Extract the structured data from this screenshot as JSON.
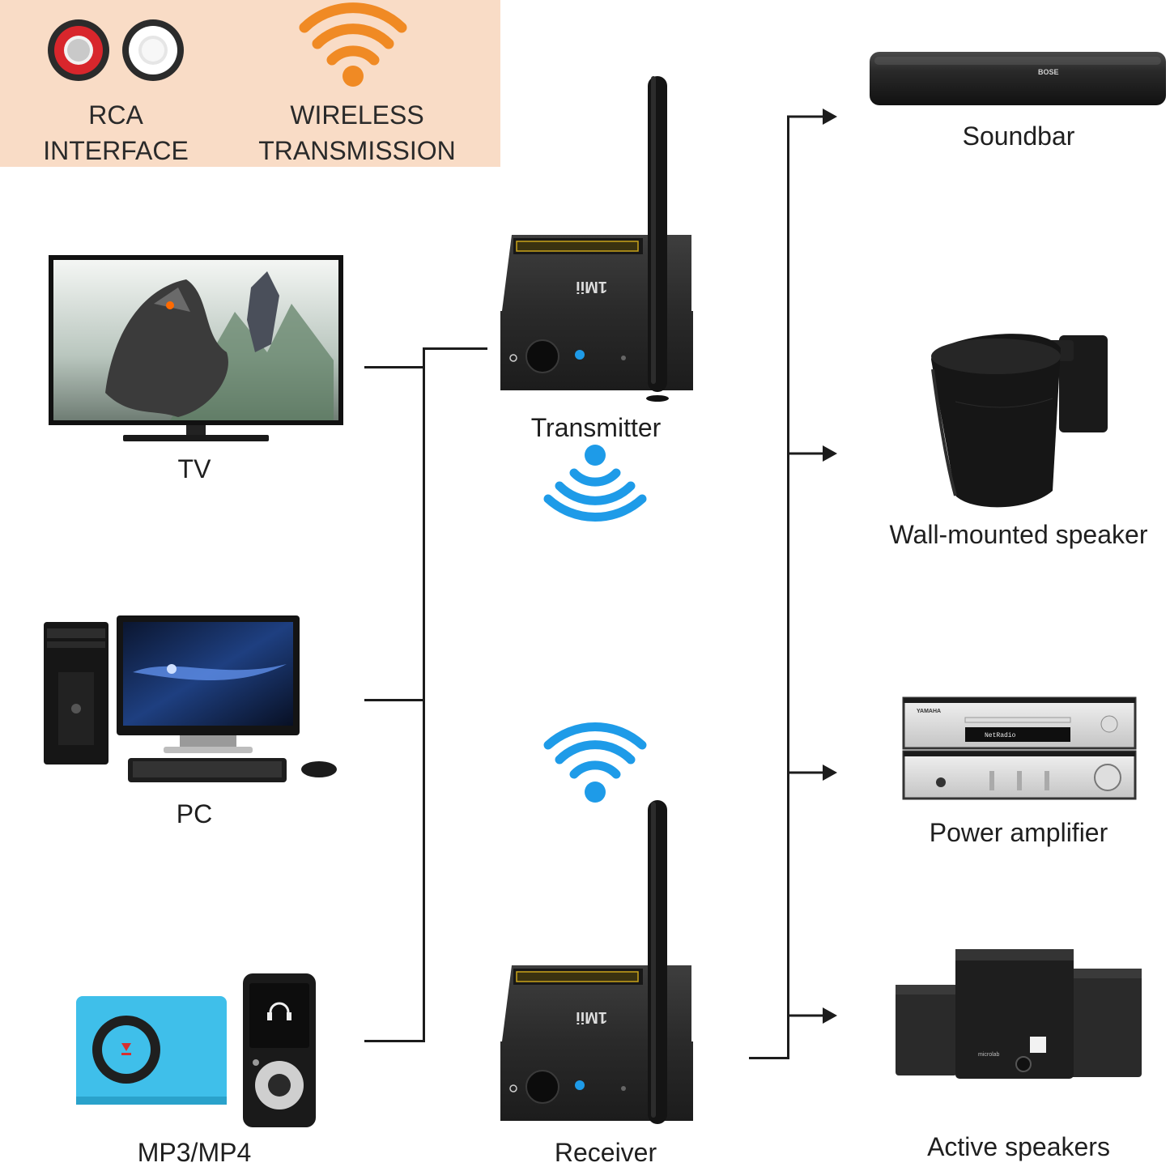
{
  "badges": {
    "rca": {
      "line1": "RCA",
      "line2": "INTERFACE",
      "icon": "rca-jacks-icon",
      "colors": [
        "#d8262c",
        "#ffffff"
      ]
    },
    "wireless": {
      "line1": "WIRELESS",
      "line2": "TRANSMISSION",
      "icon": "wifi-icon",
      "color": "#f08a24"
    }
  },
  "sources": [
    {
      "label": "TV",
      "icon": "tv-icon"
    },
    {
      "label": "PC",
      "icon": "pc-icon"
    },
    {
      "label": "MP3/MP4",
      "icon": "mp3-player-icon"
    }
  ],
  "center": {
    "transmitter": {
      "label": "Transmitter",
      "brand": "1Mii"
    },
    "receiver": {
      "label": "Receiver",
      "brand": "1Mii"
    },
    "signal_color": "#1e9be8"
  },
  "outputs": [
    {
      "label": "Soundbar",
      "icon": "soundbar-icon",
      "brand": "BOSE"
    },
    {
      "label": "Wall-mounted speaker",
      "icon": "wall-speaker-icon"
    },
    {
      "label": "Power amplifier",
      "icon": "amplifier-icon",
      "brand": "YAMAHA",
      "display": "NetRadio"
    },
    {
      "label": "Active speakers",
      "icon": "active-speakers-icon",
      "brand": "microlab"
    }
  ]
}
